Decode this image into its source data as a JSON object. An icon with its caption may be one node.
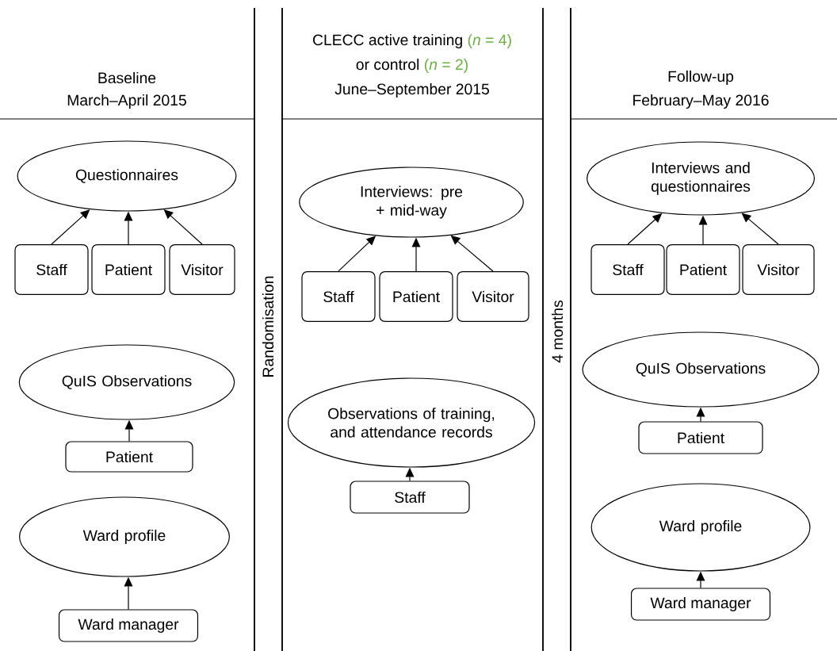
{
  "diagram": {
    "nodes": [
      {
        "text": [
          "Questionnaires"
        ]
      },
      {
        "text": [
          "Staff"
        ]
      },
      {
        "text": [
          "Patient"
        ]
      },
      {
        "text": [
          "Visitor"
        ]
      },
      {
        "text": [
          "QuIS Observations"
        ]
      },
      {
        "text": [
          "Patient"
        ]
      },
      {
        "text": [
          "Ward profile"
        ]
      },
      {
        "text": [
          "Ward manager"
        ]
      },
      {
        "text": [
          "Interviews: pre + mid-way"
        ]
      },
      {
        "text": [
          "Staff"
        ]
      },
      {
        "text": [
          "Patient"
        ]
      },
      {
        "text": [
          "Visitor"
        ]
      },
      {
        "text": [
          "Observations of training, and attendance records"
        ]
      },
      {
        "text": [
          "Staff"
        ]
      },
      {
        "text": [
          "Interviews and questionnaires"
        ]
      },
      {
        "text": [
          "Staff"
        ]
      },
      {
        "text": [
          "Patient"
        ]
      },
      {
        "text": [
          "Visitor"
        ]
      },
      {
        "text": [
          "QuIS Observations"
        ]
      },
      {
        "text": [
          "Patient"
        ]
      },
      {
        "text": [
          "Ward profile"
        ]
      },
      {
        "text": [
          "Ward manager"
        ]
      }
    ],
    "edges": [
      {
        "from": 1,
        "to": 0,
        "arrow": "to"
      },
      {
        "from": 2,
        "to": 0,
        "arrow": "to"
      },
      {
        "from": 3,
        "to": 0,
        "arrow": "to"
      },
      {
        "from": 5,
        "to": 4,
        "arrow": "to"
      },
      {
        "from": 7,
        "to": 6,
        "arrow": "to"
      },
      {
        "from": 9,
        "to": 8,
        "arrow": "to"
      },
      {
        "from": 10,
        "to": 8,
        "arrow": "to"
      },
      {
        "from": 11,
        "to": 8,
        "arrow": "to"
      },
      {
        "from": 13,
        "to": 12,
        "arrow": "to"
      },
      {
        "from": 15,
        "to": 14,
        "arrow": "to"
      },
      {
        "from": 16,
        "to": 14,
        "arrow": "to"
      },
      {
        "from": 17,
        "to": 14,
        "arrow": "to"
      },
      {
        "from": 19,
        "to": 18,
        "arrow": "to"
      },
      {
        "from": 21,
        "to": 20,
        "arrow": "to"
      }
    ],
    "labels": [
      "Baseline",
      "March–April 2015",
      "CLECC active training",
      "(*n* = 4)",
      "or control",
      "(*n* = 2)",
      "June–September 2015",
      "Follow-up",
      "February–May 2016",
      "Randomisation",
      "4 months"
    ]
  }
}
